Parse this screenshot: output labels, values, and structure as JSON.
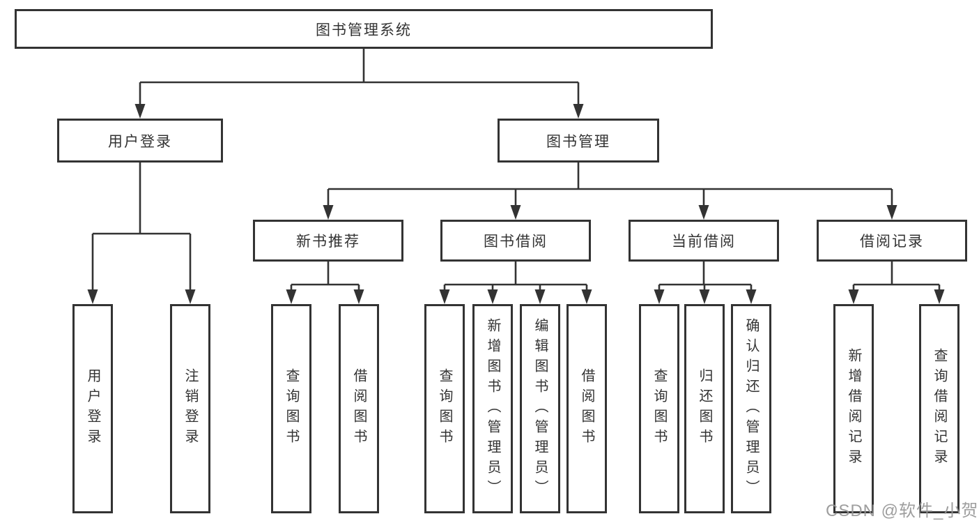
{
  "diagram": {
    "root": {
      "label": "图书管理系统"
    },
    "branches": [
      {
        "label": "用户登录",
        "children": [
          "用户登录",
          "注销登录"
        ]
      },
      {
        "label": "图书管理",
        "groups": [
          {
            "label": "新书推荐",
            "children": [
              "查询图书",
              "借阅图书"
            ]
          },
          {
            "label": "图书借阅",
            "children": [
              "查询图书",
              "新增图书（管理员）",
              "编辑图书（管理员）",
              "借阅图书"
            ]
          },
          {
            "label": "当前借阅",
            "children": [
              "查询图书",
              "归还图书",
              "确认归还（管理员）"
            ]
          },
          {
            "label": "借阅记录",
            "children": [
              "新增借阅记录",
              "查询借阅记录"
            ]
          }
        ]
      }
    ],
    "colors": {
      "line": "#333333",
      "text": "#333333",
      "background": "#ffffff",
      "watermark": "#949494"
    }
  },
  "watermark": "CSDN @软件_小贺同学"
}
